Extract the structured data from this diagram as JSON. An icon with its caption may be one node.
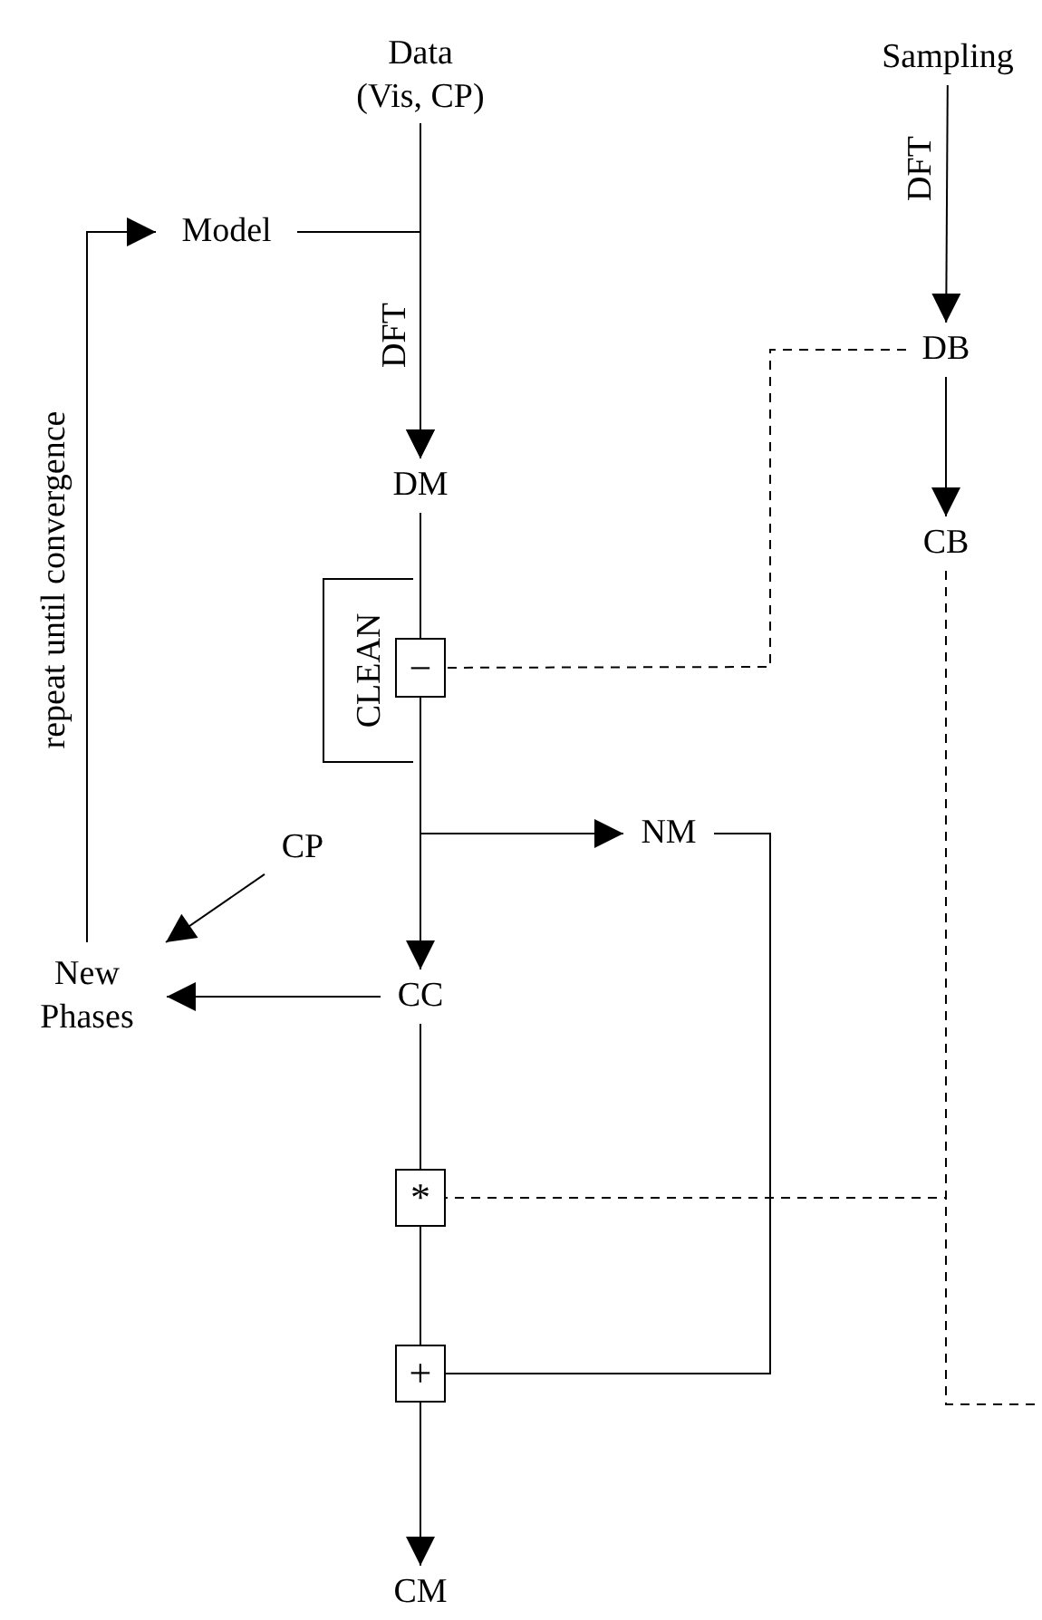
{
  "diagram": {
    "nodes": [
      {
        "text": [
          "Data (Vis, CP)"
        ]
      },
      {
        "text": [
          "Sampling"
        ]
      },
      {
        "text": [
          "Model"
        ]
      },
      {
        "text": [
          "DB"
        ]
      },
      {
        "text": [
          "DM"
        ]
      },
      {
        "text": [
          "CB"
        ]
      },
      {
        "text": [
          "CLEAN"
        ]
      },
      {
        "text": [
          "−"
        ]
      },
      {
        "text": [
          "NM"
        ]
      },
      {
        "text": [
          "CP"
        ]
      },
      {
        "text": [
          "New Phases"
        ]
      },
      {
        "text": [
          "CC"
        ]
      },
      {
        "text": [
          "*"
        ]
      },
      {
        "text": [
          "+"
        ]
      },
      {
        "text": [
          "CM"
        ]
      }
    ],
    "edges": [
      {
        "from": 0,
        "to": 4,
        "arrow": "to",
        "label": "DFT"
      },
      {
        "from": 2,
        "to": 4,
        "arrow": "to"
      },
      {
        "from": 1,
        "to": 3,
        "arrow": "to",
        "label": "DFT"
      },
      {
        "from": 3,
        "to": 5,
        "arrow": "to"
      },
      {
        "from": 3,
        "to": 7,
        "arrow": "none",
        "style": "dashed"
      },
      {
        "from": 4,
        "to": 7,
        "arrow": "none"
      },
      {
        "from": 7,
        "to": 8,
        "arrow": "to"
      },
      {
        "from": 7,
        "to": 11,
        "arrow": "to"
      },
      {
        "from": 9,
        "to": 10,
        "arrow": "to"
      },
      {
        "from": 11,
        "to": 10,
        "arrow": "to"
      },
      {
        "from": 10,
        "to": 2,
        "arrow": "to",
        "label": "repeat until convergence"
      },
      {
        "from": 11,
        "to": 12,
        "arrow": "none"
      },
      {
        "from": 5,
        "to": 12,
        "arrow": "none",
        "style": "dashed"
      },
      {
        "from": 5,
        "to": null,
        "arrow": "none",
        "style": "dashed"
      },
      {
        "from": 12,
        "to": 13,
        "arrow": "none"
      },
      {
        "from": 8,
        "to": 13,
        "arrow": "none"
      },
      {
        "from": 13,
        "to": 14,
        "arrow": "to"
      }
    ]
  }
}
